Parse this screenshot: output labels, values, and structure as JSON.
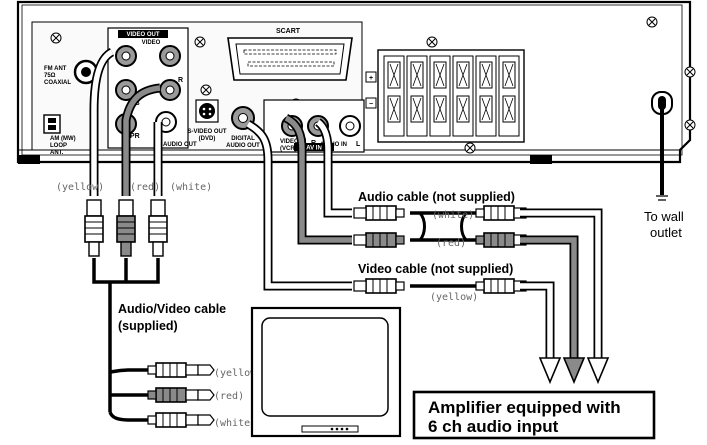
{
  "receiver": {
    "fm_ant_label": "FM ANT\n75Ω\nCOAXIAL",
    "am_ant_label": "AM (MW)\nLOOP\nANT.",
    "video_out_header": "VIDEO OUT",
    "video_label": "VIDEO",
    "pb_label": "PB",
    "pr_label": "PR",
    "r_label": "R",
    "audio_out_label": "AUDIO OUT",
    "svideo_label": "S-VIDEO OUT\n(DVD)",
    "digital_label": "DIGITAL\nAUDIO OUT",
    "scart_label": "SCART",
    "av_in_label": "AV IN",
    "video_in_label": "VIDEO IN\n(VCR)",
    "audio_in_label": "AUDIO IN",
    "r_in_label": "R",
    "l_in_label": "L",
    "plus_symbol": "+",
    "minus_symbol": "−"
  },
  "cables": {
    "top_yellow": "(yellow)",
    "top_red": "(red)",
    "top_white": "(white)",
    "audio_cable": "Audio cable (not supplied)",
    "audio_white": "(white)",
    "audio_red": "(red)",
    "video_cable": "Video cable (not supplied)",
    "video_yellow": "(yellow)",
    "av_cable_line1": "Audio/Video cable",
    "av_cable_line2": "(supplied)",
    "tv_yellow": "(yellow)",
    "tv_red": "(red)",
    "tv_white": "(white)"
  },
  "wall": {
    "line1": "To wall",
    "line2": "outlet"
  },
  "amplifier": {
    "line1": "Amplifier equipped with",
    "line2": "6 ch audio input"
  },
  "colors": {
    "line": "#000000",
    "gray": "#8a8a8a",
    "white": "#ffffff",
    "panel": "#f7f7f7"
  }
}
